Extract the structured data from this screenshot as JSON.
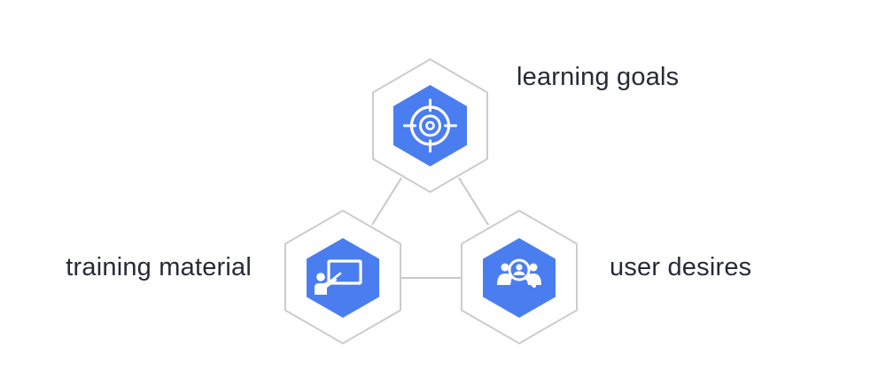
{
  "nodes": [
    {
      "label": "learning goals",
      "icon": "target-icon"
    },
    {
      "label": "training material",
      "icon": "presentation-icon"
    },
    {
      "label": "user desires",
      "icon": "user-search-icon"
    }
  ],
  "colors": {
    "hex_fill": "#4a7df0",
    "hex_outline": "#cccccc",
    "connector": "#c8c8c8",
    "icon": "#ffffff",
    "text": "#262b36"
  }
}
